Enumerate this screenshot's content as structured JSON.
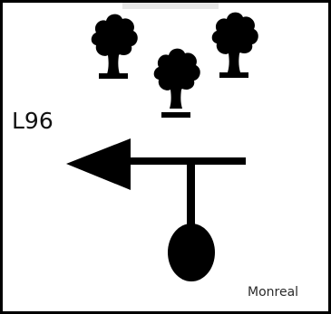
{
  "sign": {
    "road_number": "L96",
    "place_name": "Monreal",
    "direction": "left",
    "tree_count": 3
  },
  "icons": {
    "tree": "tree-icon",
    "arrow": "arrow-left-icon",
    "origin": "current-location-dot-icon"
  },
  "colors": {
    "ink": "#000000",
    "background": "#ffffff",
    "frame": "#000000"
  }
}
